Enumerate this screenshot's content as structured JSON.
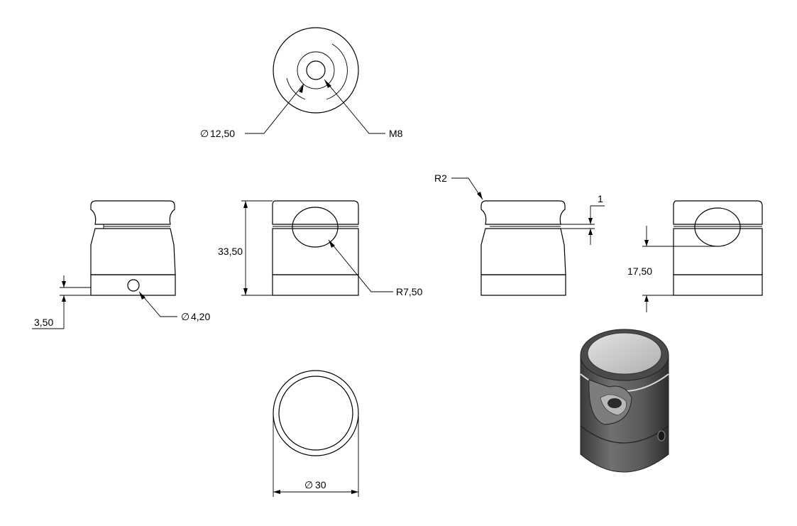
{
  "dimensions": {
    "hole_diameter": "12,50",
    "thread": "M8",
    "hole_small_diameter": "4,20",
    "hole_offset": "3,50",
    "total_height": "33,50",
    "notch_radius": "R7,50",
    "fillet_radius": "R2",
    "gap": "1",
    "notch_height": "17,50",
    "outer_diameter": "30",
    "diameter_symbol": "∅"
  },
  "colors": {
    "line": "#000000",
    "render_body": "#5a5a5a",
    "render_top": "#c8c8c8"
  }
}
